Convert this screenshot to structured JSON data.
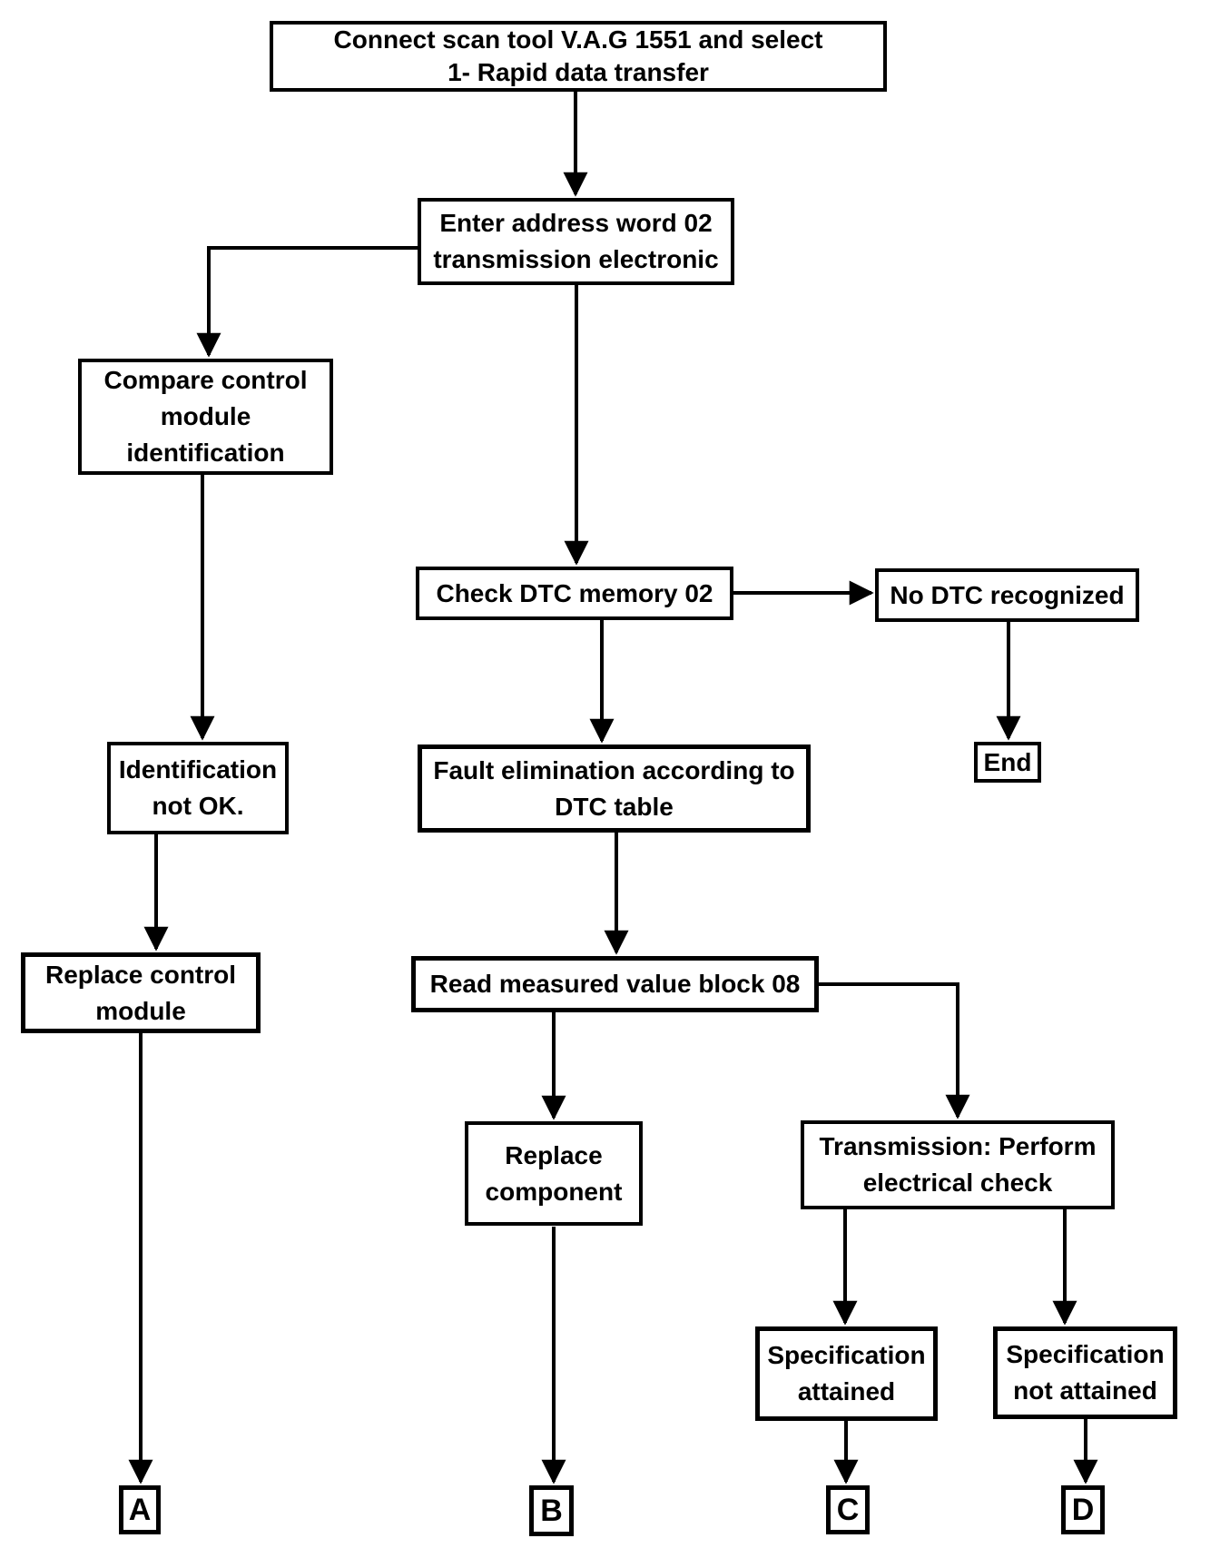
{
  "diagram": {
    "type": "flowchart",
    "background_color": "#ffffff",
    "line_color": "#000000",
    "nodes": {
      "connect": {
        "label": "Connect scan tool V.A.G 1551 and select\n1- Rapid data transfer"
      },
      "enter": {
        "label": "Enter address word 02\ntransmission electronic"
      },
      "compare": {
        "label": "Compare control\nmodule\nidentification"
      },
      "check_dtc": {
        "label": "Check DTC memory 02"
      },
      "no_dtc": {
        "label": "No DTC recognized"
      },
      "end": {
        "label": "End"
      },
      "ident_not_ok": {
        "label": "Identification\nnot OK."
      },
      "fault_elim": {
        "label": "Fault elimination according to\nDTC table"
      },
      "replace_module": {
        "label": "Replace control\nmodule"
      },
      "read_block": {
        "label": "Read measured value block 08"
      },
      "replace_component": {
        "label": "Replace\ncomponent"
      },
      "trans_check": {
        "label": "Transmission: Perform\nelectrical check"
      },
      "spec_attained": {
        "label": "Specification\nattained"
      },
      "spec_not_attained": {
        "label": "Specification\nnot attained"
      },
      "connector_a": {
        "label": "A"
      },
      "connector_b": {
        "label": "B"
      },
      "connector_c": {
        "label": "C"
      },
      "connector_d": {
        "label": "D"
      }
    },
    "edges": [
      {
        "from": "connect",
        "to": "enter"
      },
      {
        "from": "enter",
        "to": "compare"
      },
      {
        "from": "enter",
        "to": "check_dtc"
      },
      {
        "from": "check_dtc",
        "to": "no_dtc"
      },
      {
        "from": "check_dtc",
        "to": "fault_elim"
      },
      {
        "from": "no_dtc",
        "to": "end"
      },
      {
        "from": "compare",
        "to": "ident_not_ok"
      },
      {
        "from": "ident_not_ok",
        "to": "replace_module"
      },
      {
        "from": "fault_elim",
        "to": "read_block"
      },
      {
        "from": "read_block",
        "to": "replace_component"
      },
      {
        "from": "read_block",
        "to": "trans_check"
      },
      {
        "from": "replace_module",
        "to": "connector_a"
      },
      {
        "from": "replace_component",
        "to": "connector_b"
      },
      {
        "from": "trans_check",
        "to": "spec_attained"
      },
      {
        "from": "trans_check",
        "to": "spec_not_attained"
      },
      {
        "from": "spec_attained",
        "to": "connector_c"
      },
      {
        "from": "spec_not_attained",
        "to": "connector_d"
      }
    ]
  }
}
